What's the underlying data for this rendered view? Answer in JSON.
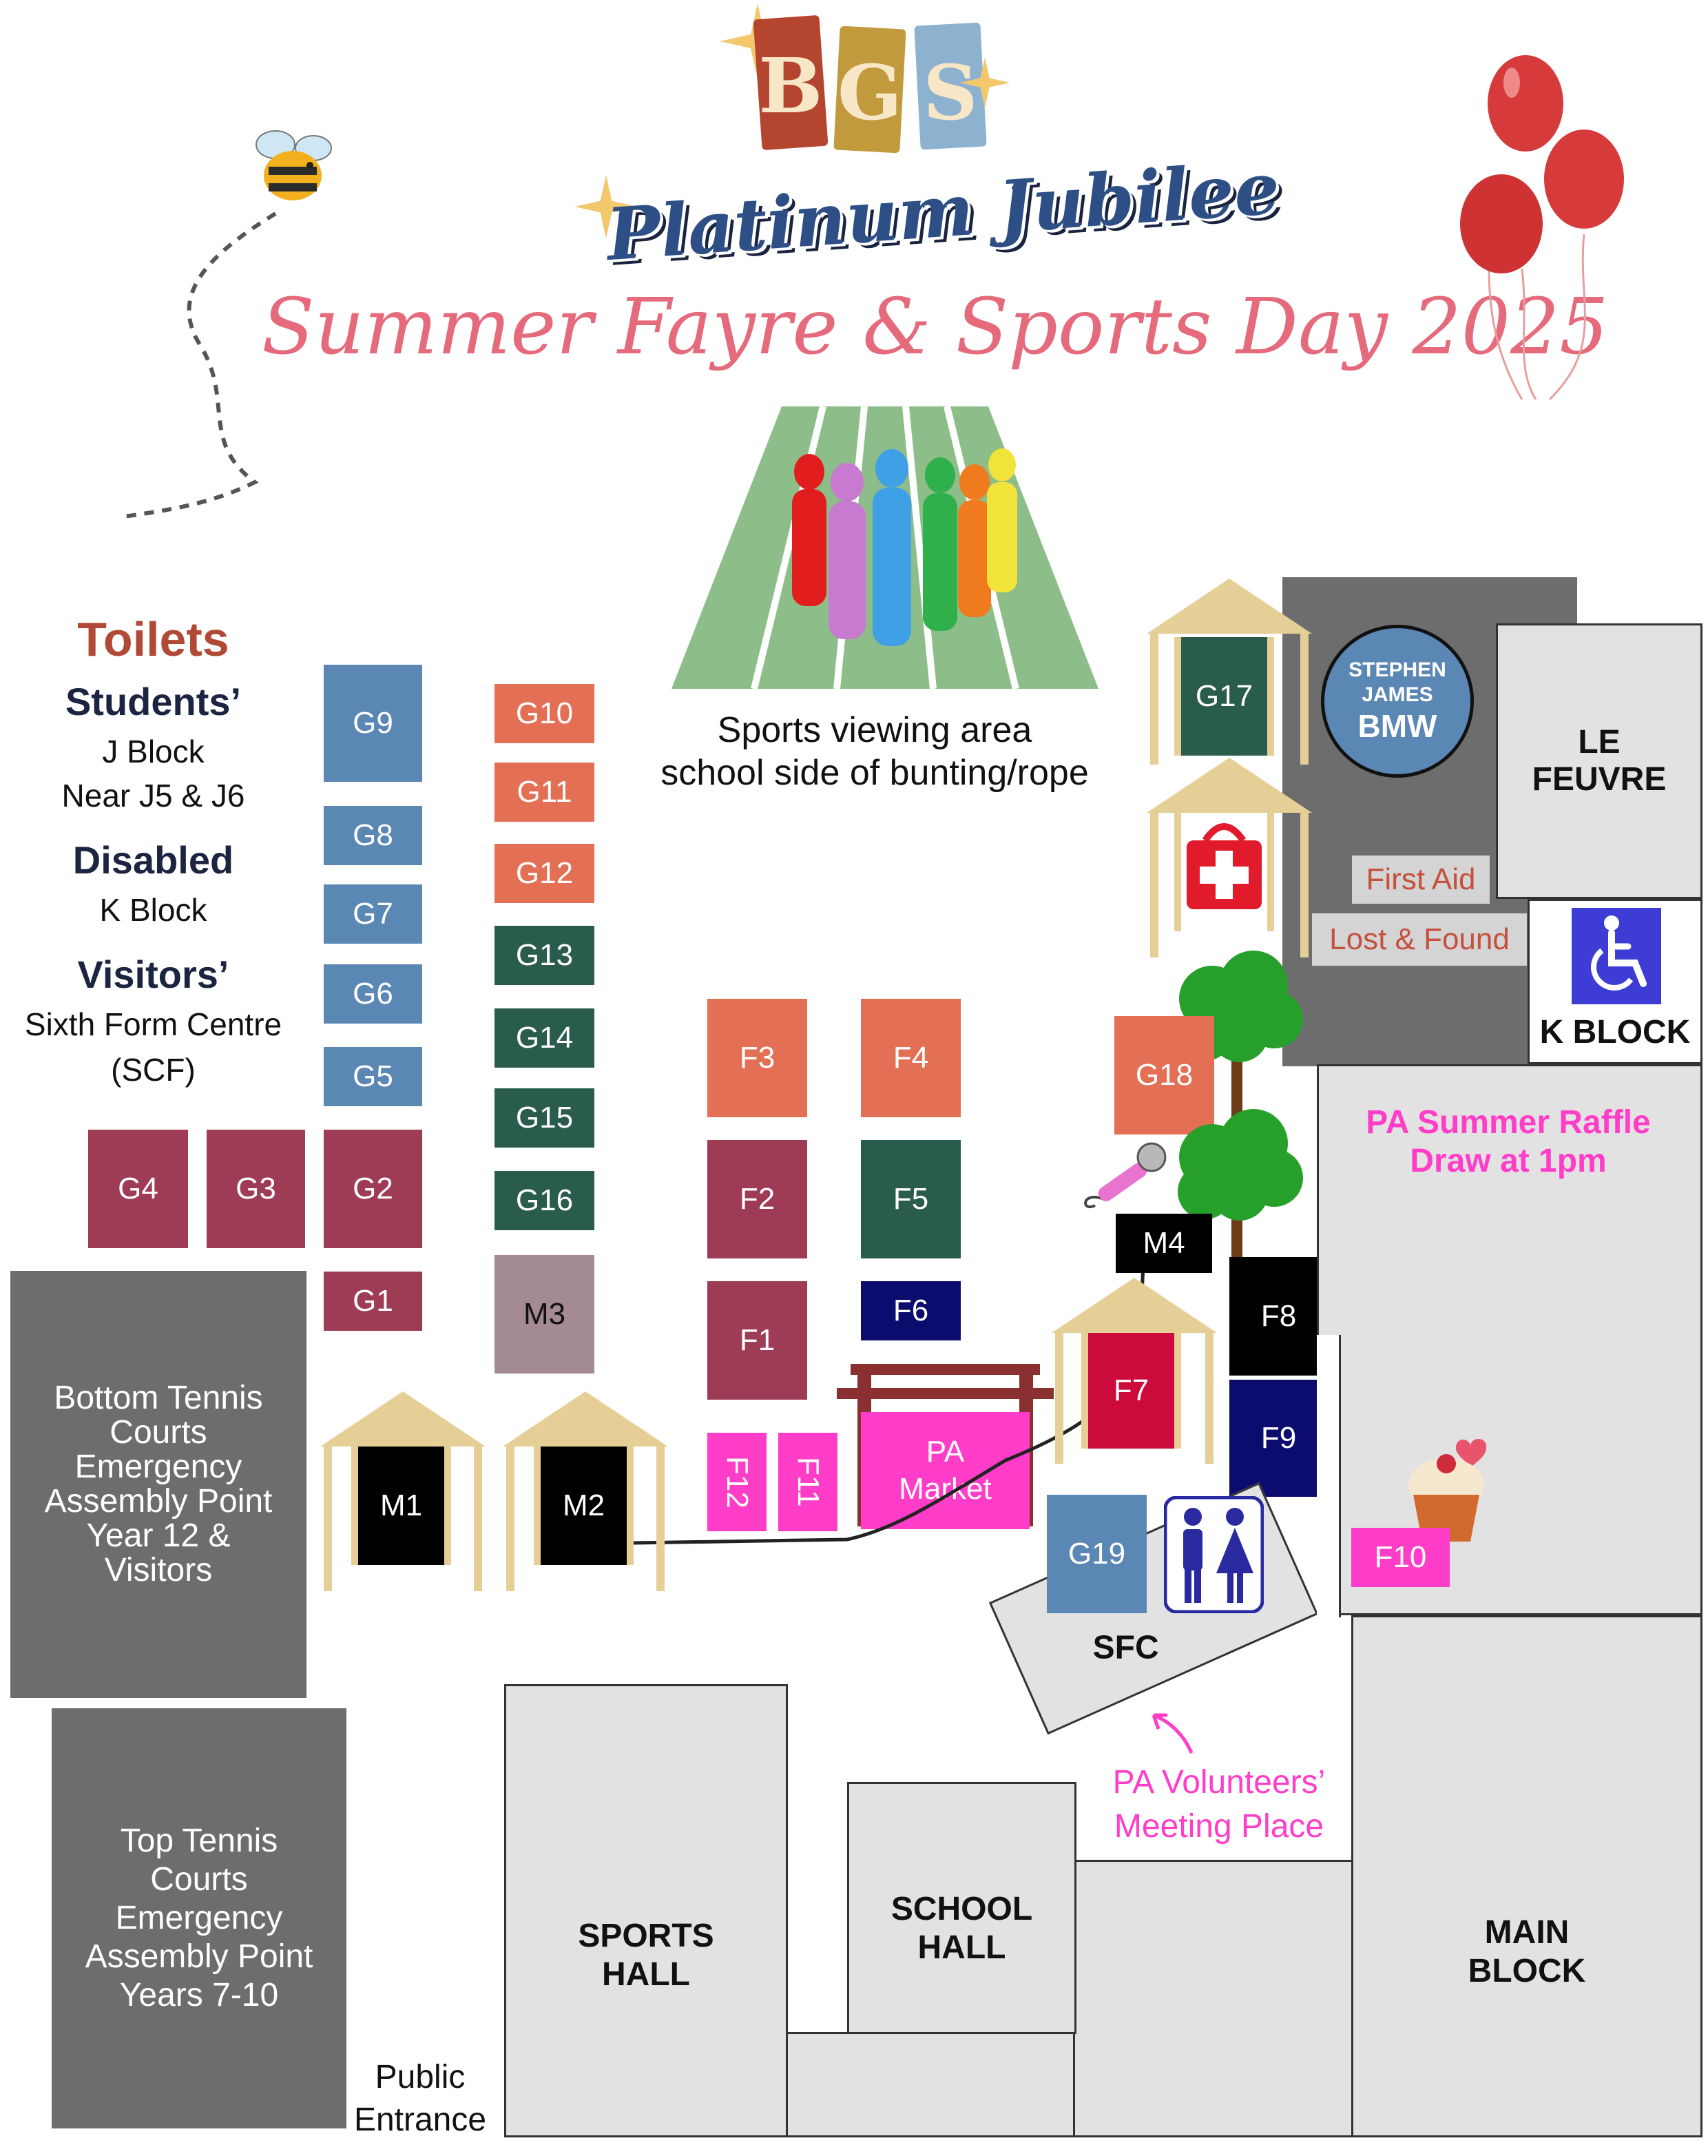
{
  "logo": {
    "letters": [
      "B",
      "G",
      "S"
    ],
    "subtitle": "Platinum Jubilee"
  },
  "event_title": "Summer Fayre & Sports Day 2025",
  "sports_viewing": {
    "line1": "Sports viewing area",
    "line2": "school side of bunting/rope"
  },
  "toilets": {
    "heading": "Toilets",
    "students_label": "Students’",
    "students_line1": "J Block",
    "students_line2": "Near J5 & J6",
    "disabled_label": "Disabled",
    "disabled_line1": "K Block",
    "visitors_label": "Visitors’",
    "visitors_line1": "Sixth Form Centre",
    "visitors_line2": "(SCF)"
  },
  "stalls": {
    "G1": "G1",
    "G2": "G2",
    "G3": "G3",
    "G4": "G4",
    "G5": "G5",
    "G6": "G6",
    "G7": "G7",
    "G8": "G8",
    "G9": "G9",
    "G10": "G10",
    "G11": "G11",
    "G12": "G12",
    "G13": "G13",
    "G14": "G14",
    "G15": "G15",
    "G16": "G16",
    "G17": "G17",
    "G18": "G18",
    "G19": "G19",
    "F1": "F1",
    "F2": "F2",
    "F3": "F3",
    "F4": "F4",
    "F5": "F5",
    "F6": "F6",
    "F7": "F7",
    "F8": "F8",
    "F9": "F9",
    "F10": "F10",
    "F11": "F11",
    "F12": "F12",
    "M1": "M1",
    "M2": "M2",
    "M3": "M3",
    "M4": "M4"
  },
  "pa_market": {
    "line1": "PA",
    "line2": "Market"
  },
  "sponsor": {
    "line1": "STEPHEN",
    "line2": "JAMES",
    "line3": "BMW"
  },
  "first_aid": "First Aid",
  "lost_found": "Lost & Found",
  "buildings": {
    "le_feuvre_1": "LE",
    "le_feuvre_2": "FEUVRE",
    "k_block": "K BLOCK",
    "sfc": "SFC",
    "sports_hall_1": "SPORTS",
    "sports_hall_2": "HALL",
    "school_hall_1": "SCHOOL",
    "school_hall_2": "HALL",
    "main_block_1": "MAIN",
    "main_block_2": "BLOCK"
  },
  "raffle": {
    "line1": "PA Summer Raffle",
    "line2": "Draw at 1pm"
  },
  "volunteers": {
    "line1": "PA Volunteers’",
    "line2": "Meeting Place"
  },
  "courts": {
    "bottom": "Bottom Tennis\nCourts\nEmergency\nAssembly Point\nYear 12 &\nVisitors",
    "top": "Top Tennis\nCourts\nEmergency\nAssembly Point\nYears 7-10"
  },
  "entrance": {
    "line1": "Public",
    "line2": "Entrance"
  },
  "colors": {
    "blue": "#5b87b4",
    "orange": "#e36f55",
    "green": "#2a5c4e",
    "maroon": "#9e3b55",
    "mauve": "#a48a92",
    "navy": "#0b0c6d",
    "pink": "#ff3dc8",
    "red": "#cc0a3b",
    "gold": "#e5cf97",
    "title_pink": "#e56a7b",
    "heading_brown": "#b04a36"
  },
  "icons": [
    "bee-icon",
    "balloons-icon",
    "runners-icon",
    "first-aid-icon",
    "wheelchair-icon",
    "toilet-icon",
    "microphone-icon",
    "cupcake-icon",
    "tree-icon",
    "sparkle-icon"
  ]
}
